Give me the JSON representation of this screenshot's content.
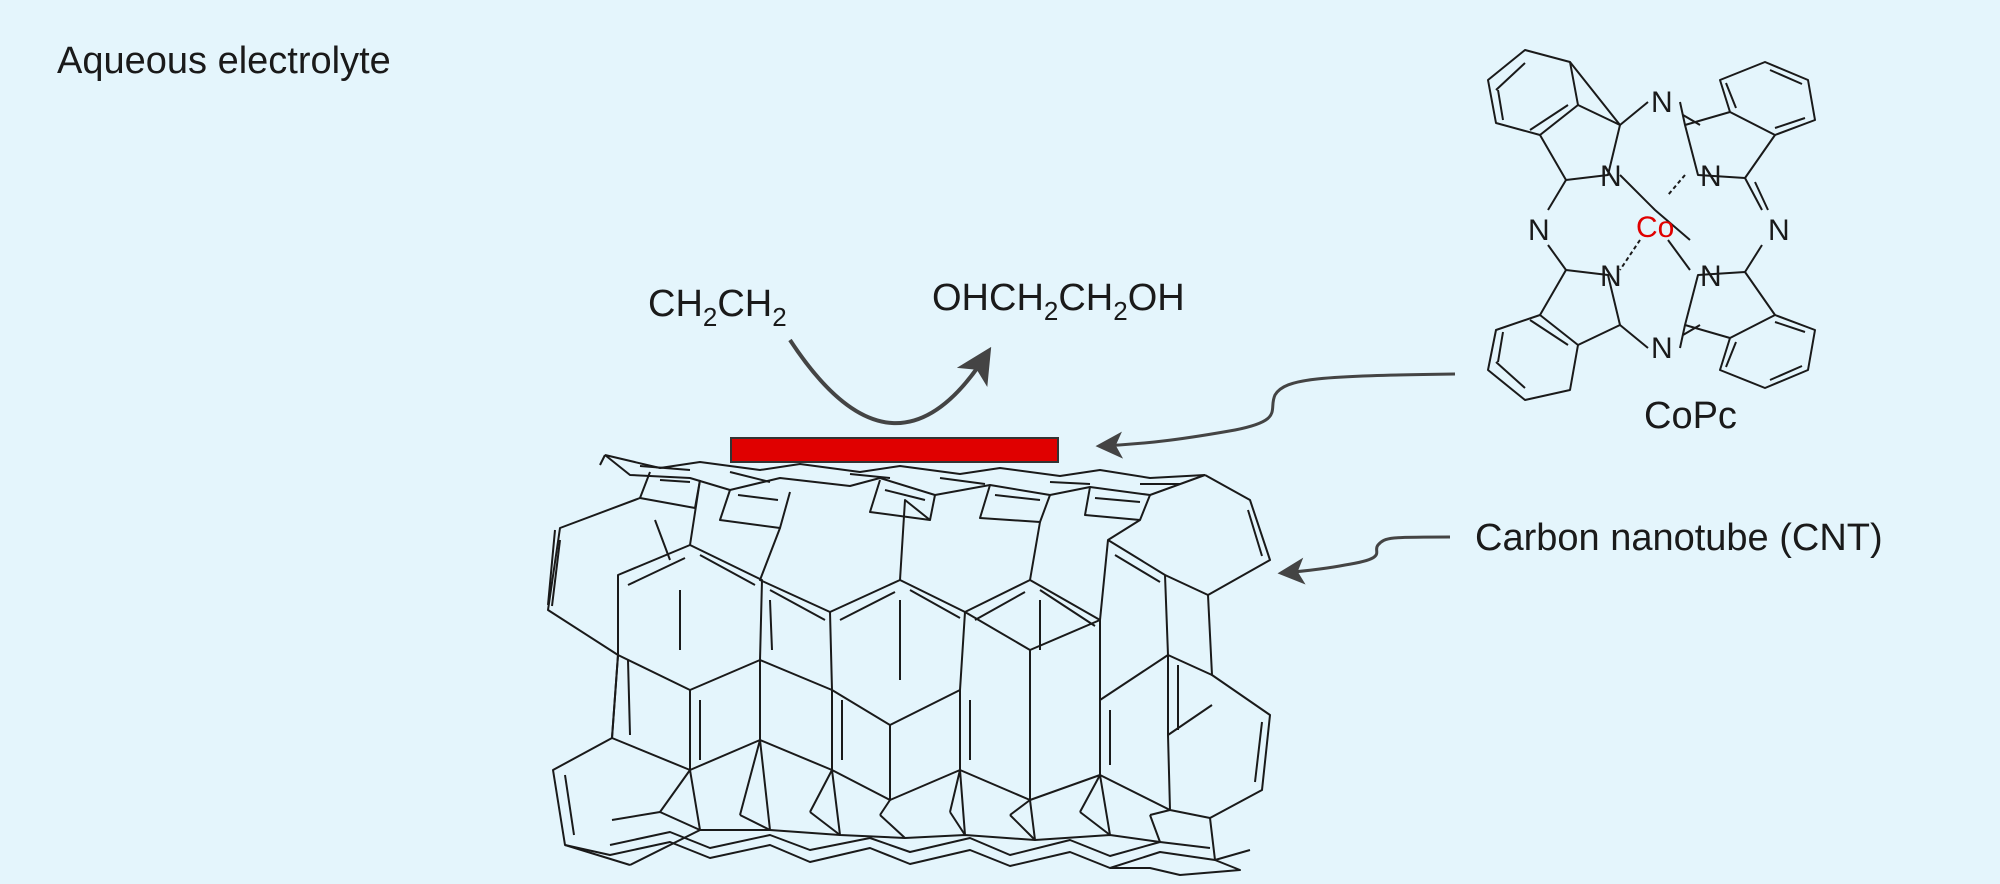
{
  "labels": {
    "electrolyte": "Aqueous electrolyte",
    "reactant_main": "CH",
    "reactant_sub": "2",
    "product_main": "OHCH",
    "product_sub": "2",
    "product_mid": "CH",
    "product_tail": "OH",
    "copc_name": "CoPc",
    "cnt_name": "Carbon nanotube (CNT)"
  },
  "molecule": {
    "metal": "Co",
    "nitrogen": "N"
  },
  "colors": {
    "background": "#e4f5fc",
    "catalyst_layer": "#e00000",
    "metal_atom": "#e00000",
    "lines": "#1a1a1a",
    "arrows": "#444444"
  }
}
